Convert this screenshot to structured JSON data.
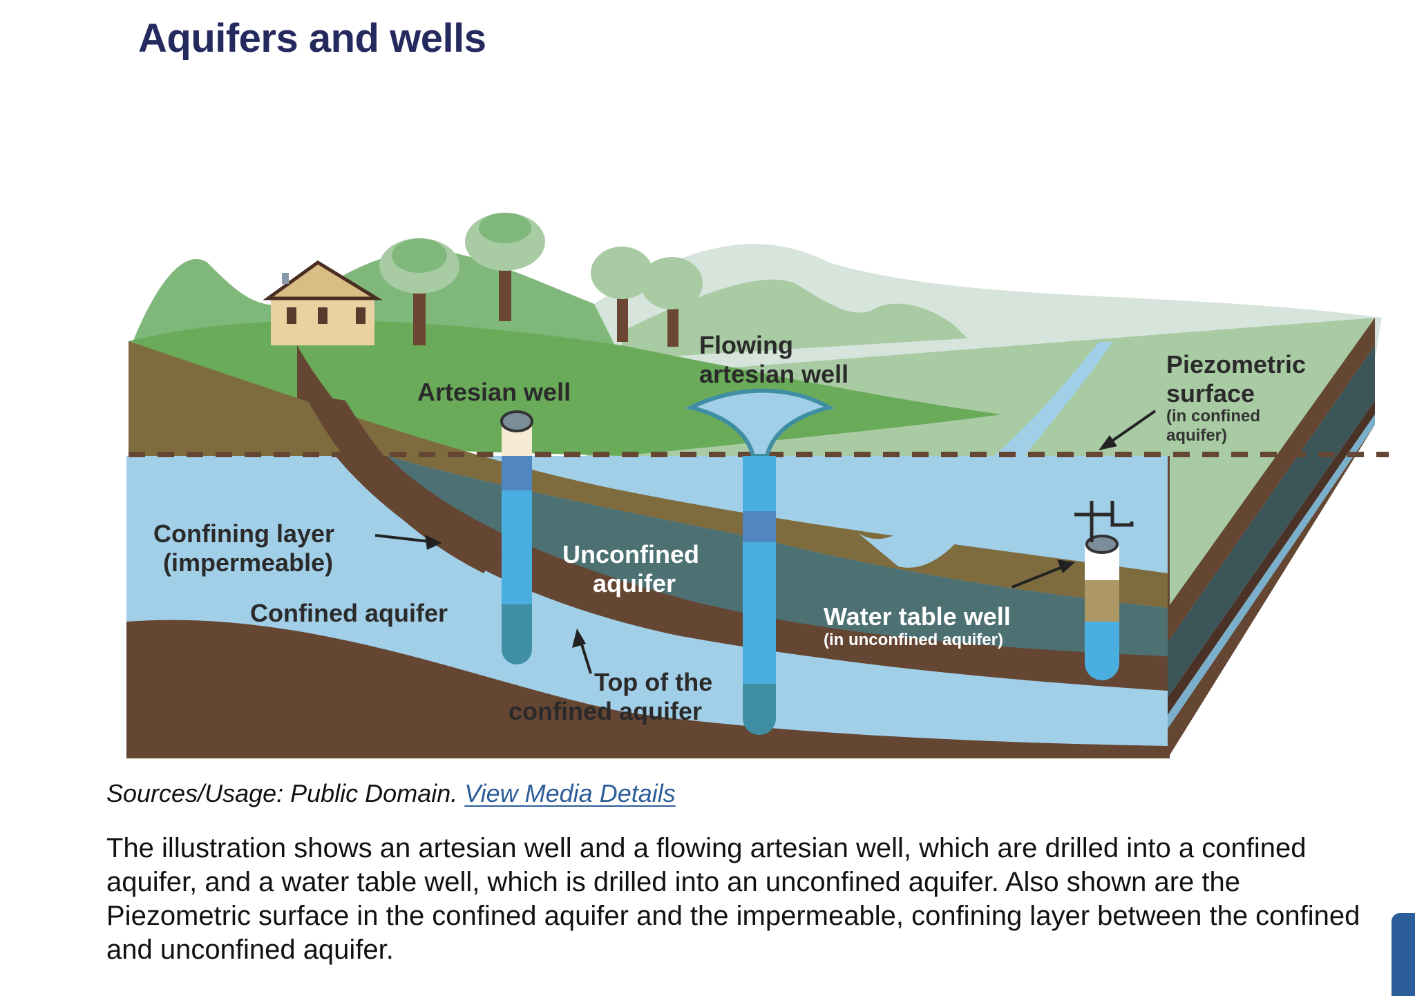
{
  "page": {
    "title": "Aquifers and wells"
  },
  "diagram": {
    "labels": {
      "artesian_well": "Artesian well",
      "flowing_line1": "Flowing",
      "flowing_line2": "artesian well",
      "piezo_line1": "Piezometric",
      "piezo_line2": "surface",
      "piezo_sub1": "(in confined",
      "piezo_sub2": "aquifer)",
      "confining_line1": "Confining layer",
      "confining_line2": "(impermeable)",
      "confined_aquifer": "Confined aquifer",
      "unconfined_line1": "Unconfined",
      "unconfined_line2": "aquifer",
      "water_table_well": "Water table well",
      "water_table_sub": "(in unconfined aquifer)",
      "top_line1": "Top of the",
      "top_line2": "confined aquifer"
    },
    "colors": {
      "grass": "#6aab5a",
      "light_grass": "#a9cba4",
      "pale_hills": "#d6e4dc",
      "soil": "#7e6b3e",
      "dark_soil": "#654632",
      "confined_water": "#a2cfe8",
      "unconfined_water": "#4d7073",
      "well_water": "#4aafe0",
      "piezometric_line": "#654632"
    }
  },
  "caption": {
    "prefix": "Sources/Usage: Public Domain.",
    "link": "View Media Details"
  },
  "description": "The illustration shows an artesian well and a flowing artesian well, which are drilled into a confined aquifer, and a water table well, which is drilled into an unconfined aquifer. Also shown are the Piezometric surface in the confined aquifer and the impermeable, confining layer between the confined and unconfined aquifer.",
  "floating_button": {
    "color": "#2b5d9a"
  }
}
